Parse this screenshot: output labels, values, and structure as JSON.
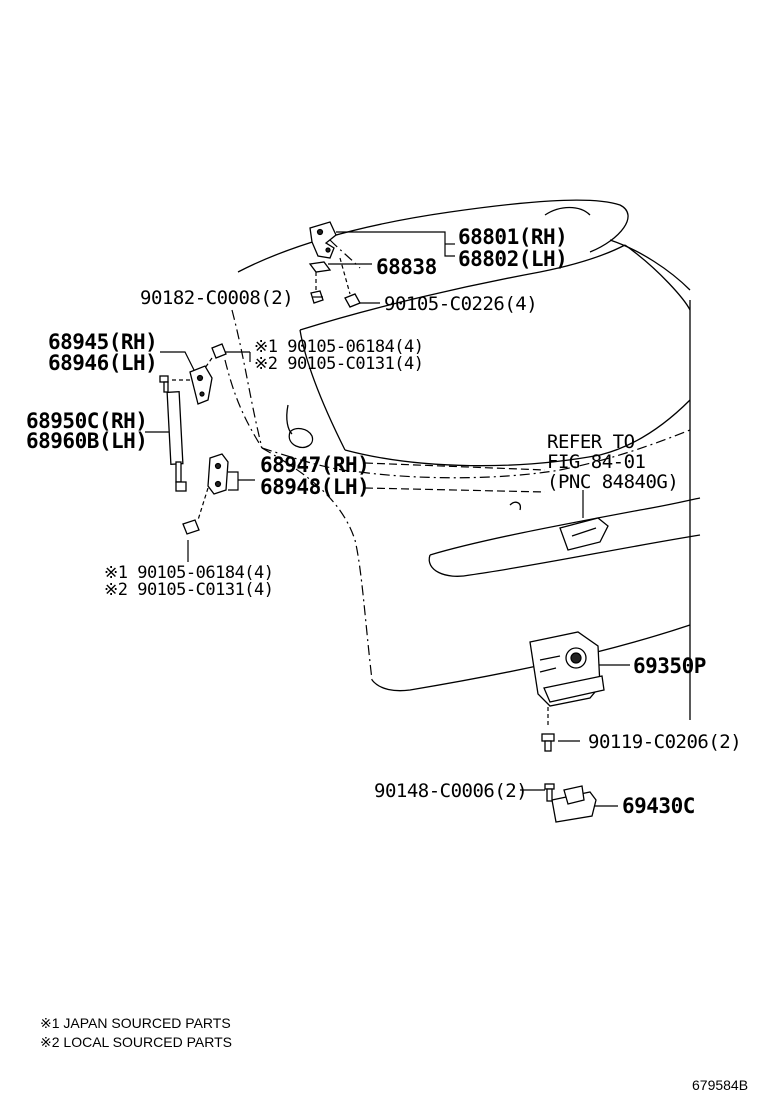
{
  "labels": {
    "p68801": "68801(RH)",
    "p68802": "68802(LH)",
    "p68838": "68838",
    "p90182": "90182-C0008(2)",
    "p90105_c0226": "90105-C0226(4)",
    "p68945": "68945(RH)",
    "p68946": "68946(LH)",
    "upper_note1": "※1 90105-06184(4)",
    "upper_note2": "※2 90105-C0131(4)",
    "p68950": "68950C(RH)",
    "p68960": "68960B(LH)",
    "p68947": "68947(RH)",
    "p68948": "68948(LH)",
    "refer1": "REFER TO",
    "refer2": "FIG 84-01",
    "refer3": "(PNC 84840G)",
    "lower_note1": "※1 90105-06184(4)",
    "lower_note2": "※2 90105-C0131(4)",
    "p69350": "69350P",
    "p90119": "90119-C0206(2)",
    "p90148": "90148-C0006(2)",
    "p69430": "69430C"
  },
  "footnotes": {
    "note1": "※1 JAPAN SOURCED PARTS",
    "note2": "※2 LOCAL SOURCED PARTS"
  },
  "diagram_id": "679584B"
}
